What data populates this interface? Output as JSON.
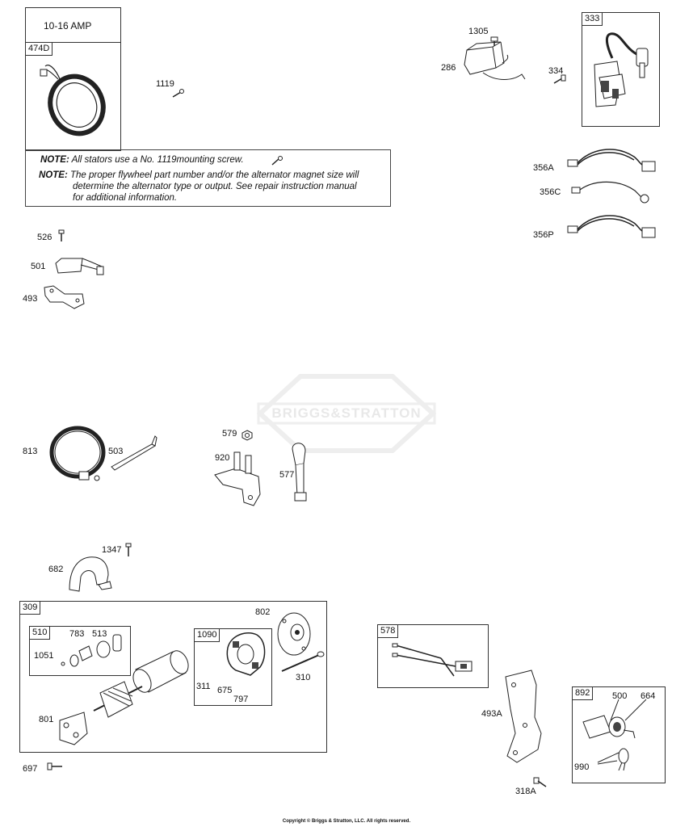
{
  "stator_box": {
    "amp": "10-16 AMP",
    "label": "474D"
  },
  "note": {
    "tag1": "NOTE:",
    "text1": "All stators use a No.  1119mounting screw.",
    "tag2": "NOTE:",
    "text2a": "The proper flywheel part number and/or the alternator magnet size will",
    "text2b": "determine the alternator type or output. See repair instruction manual",
    "text2c": "for additional information."
  },
  "box_labels": {
    "b333": "333",
    "b309": "309",
    "b510": "510",
    "b1090": "1090",
    "b578": "578",
    "b892": "892"
  },
  "callouts": {
    "c1119": "1119",
    "c1305": "1305",
    "c286": "286",
    "c334": "334",
    "c356A": "356A",
    "c356C": "356C",
    "c356P": "356P",
    "c526": "526",
    "c501": "501",
    "c493": "493",
    "c813": "813",
    "c503": "503",
    "c579": "579",
    "c920": "920",
    "c577": "577",
    "c1347": "1347",
    "c682": "682",
    "c802": "802",
    "c783": "783",
    "c513": "513",
    "c1051": "1051",
    "c311": "311",
    "c675": "675",
    "c797": "797",
    "c310": "310",
    "c801": "801",
    "c697": "697",
    "c493A": "493A",
    "c500": "500",
    "c664": "664",
    "c990": "990",
    "c318A": "318A"
  },
  "watermark": "BRIGGS&STRATTON",
  "copyright": "Copyright © Briggs & Stratton, LLC. All rights reserved."
}
